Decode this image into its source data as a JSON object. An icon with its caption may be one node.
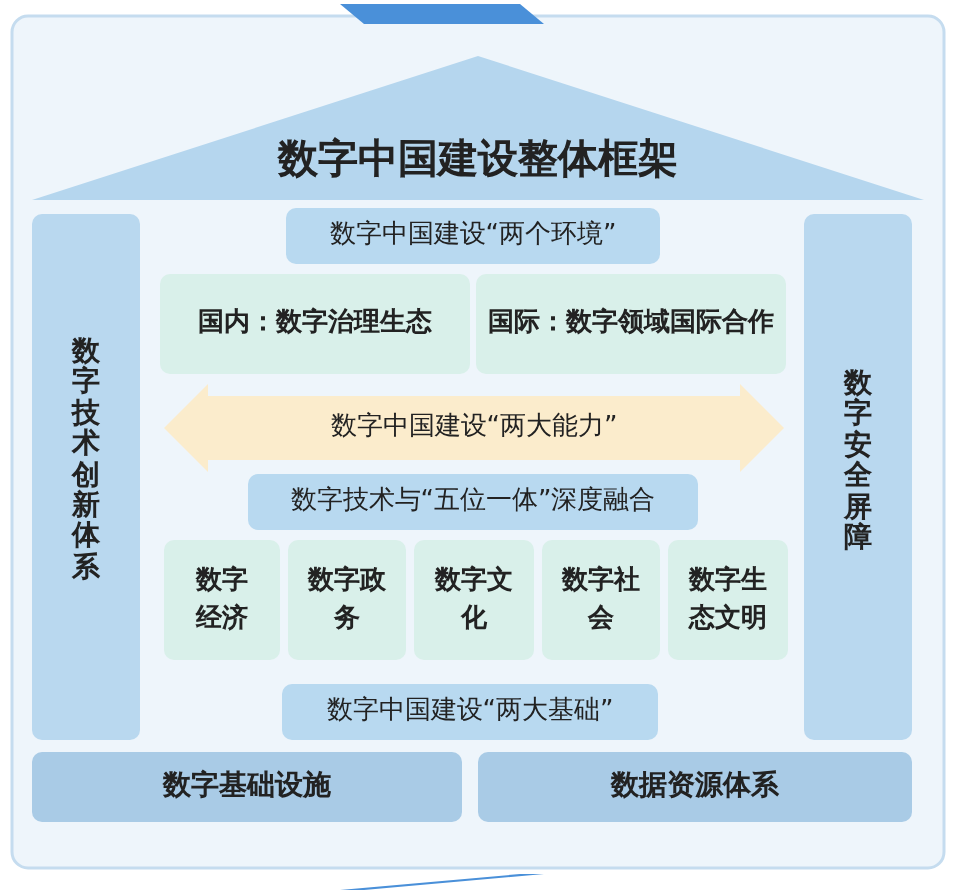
{
  "diagram": {
    "nodes": [
      {
        "text": [
          "数字中国建设整体框架"
        ]
      },
      {
        "text": [
          "数字技术创新体系"
        ]
      },
      {
        "text": [
          "数字安全屏障"
        ]
      },
      {
        "text": [
          "数字中国建设“两个环境”"
        ]
      },
      {
        "text": [
          "国内：数字治理生态"
        ]
      },
      {
        "text": [
          "国际：数字领域国际合作"
        ]
      },
      {
        "text": [
          "数字中国建设“两大能力”"
        ]
      },
      {
        "text": [
          "数字技术与“五位一体”深度融合"
        ]
      },
      {
        "text": [
          "数字经济"
        ]
      },
      {
        "text": [
          "数字政务"
        ]
      },
      {
        "text": [
          "数字文化"
        ]
      },
      {
        "text": [
          "数字社会"
        ]
      },
      {
        "text": [
          "数字生态文明"
        ]
      },
      {
        "text": [
          "数字中国建设“两大基础”"
        ]
      },
      {
        "text": [
          "数字基础设施"
        ]
      },
      {
        "text": [
          "数据资源体系"
        ]
      }
    ]
  }
}
